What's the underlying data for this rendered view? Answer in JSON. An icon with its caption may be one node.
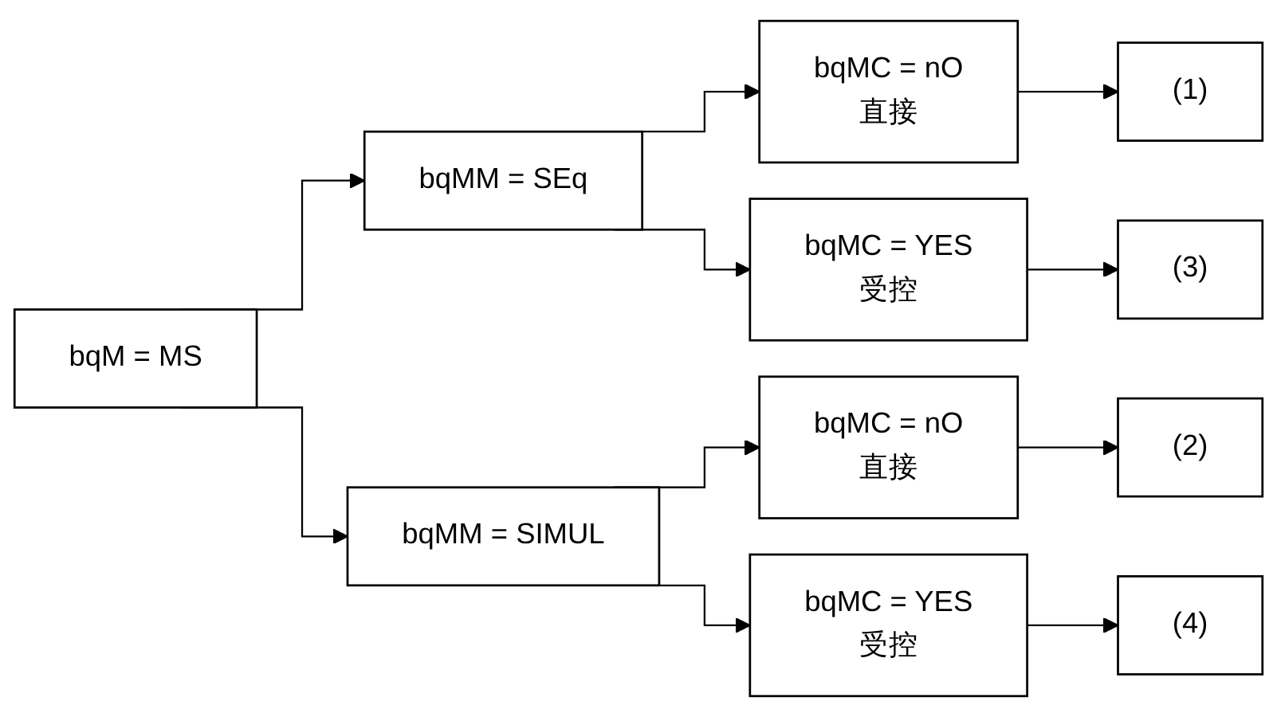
{
  "diagram": {
    "nodes": [
      {
        "text": [
          "bqM = MS"
        ]
      },
      {
        "text": [
          "bqMM = SEq"
        ]
      },
      {
        "text": [
          "bqMM = SIMUL"
        ]
      },
      {
        "text": [
          "bqMC = nO",
          "直接"
        ]
      },
      {
        "text": [
          "bqMC = YES",
          "受控"
        ]
      },
      {
        "text": [
          "bqMC = nO",
          "直接"
        ]
      },
      {
        "text": [
          "bqMC = YES",
          "受控"
        ]
      },
      {
        "text": [
          "(1)"
        ]
      },
      {
        "text": [
          "(3)"
        ]
      },
      {
        "text": [
          "(2)"
        ]
      },
      {
        "text": [
          "(4)"
        ]
      }
    ],
    "edges": [
      {
        "from": 0,
        "to": 1,
        "arrow": "to"
      },
      {
        "from": 0,
        "to": 2,
        "arrow": "to"
      },
      {
        "from": 1,
        "to": 3,
        "arrow": "to"
      },
      {
        "from": 1,
        "to": 4,
        "arrow": "to"
      },
      {
        "from": 2,
        "to": 5,
        "arrow": "to"
      },
      {
        "from": 2,
        "to": 6,
        "arrow": "to"
      },
      {
        "from": 3,
        "to": 7,
        "arrow": "to"
      },
      {
        "from": 4,
        "to": 8,
        "arrow": "to"
      },
      {
        "from": 5,
        "to": 9,
        "arrow": "to"
      },
      {
        "from": 6,
        "to": 10,
        "arrow": "to"
      }
    ]
  }
}
